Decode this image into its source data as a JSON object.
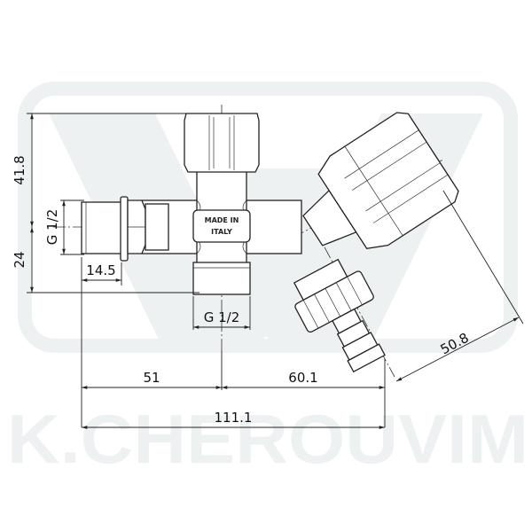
{
  "watermark": {
    "brand_text": "K.CHEROUVIM",
    "color": "#eef1f2"
  },
  "drawing": {
    "stamp_line1": "MADE IN",
    "stamp_line2": "ITALY",
    "line_color": "#222222"
  },
  "dimensions": {
    "height_upper": "41.8",
    "height_lower": "24",
    "inlet_thread": "G 1/2",
    "inlet_length": "14.5",
    "outlet_thread": "G 1/2",
    "left_span": "51",
    "right_span": "60.1",
    "total_width": "111.1",
    "diagonal_length": "50.8"
  }
}
